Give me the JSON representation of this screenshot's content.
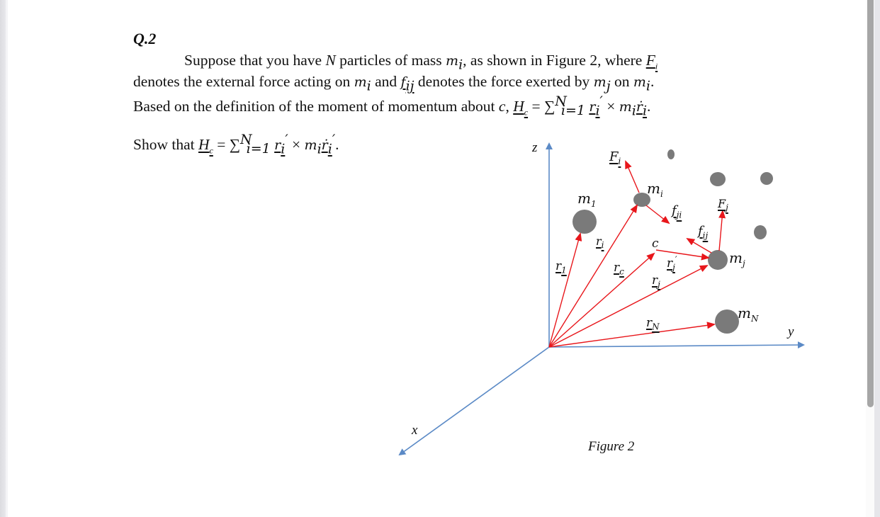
{
  "document": {
    "question_label": "Q.2",
    "paragraph": {
      "line1_a": "Suppose that you have ",
      "line1_N": "N",
      "line1_b": " particles of mass ",
      "line1_mi": "m",
      "line1_mi_sub": "i",
      "line1_c": ", as shown in Figure 2, where ",
      "line1_F": "F",
      "line1_F_sub": "i",
      "line2_a": "denotes the external force acting on ",
      "line2_mi": "m",
      "line2_mi_sub": "i",
      "line2_b": " and ",
      "line2_f": "f",
      "line2_f_sub": "ij",
      "line2_c": " denotes the force exerted by ",
      "line2_mj": "m",
      "line2_mj_sub": "j",
      "line2_d": " on ",
      "line2_mi2": "m",
      "line2_mi2_sub": "i",
      "line2_e": ".",
      "line3_a": "Based on the definition of the moment of momentum about ",
      "line3_c": "c",
      "line3_b": ", ",
      "line3_H": "H",
      "line3_H_sub": "c",
      "line3_eq": " = ∑",
      "line3_sum_sup": "N",
      "line3_sum_sub": "i=1",
      "line3_r": "r",
      "line3_r_sub": "i",
      "line3_r_prime": "′",
      "line3_times": " × ",
      "line3_m": "m",
      "line3_m_sub": "i",
      "line3_rdot": "ṙ",
      "line3_rdot_sub": "i",
      "line3_end": "."
    },
    "show_that": {
      "prefix": "Show that ",
      "H": "H",
      "H_sub": "c",
      "eq": " = ∑",
      "sum_sup": "N",
      "sum_sub": "i=1",
      "r": "r",
      "r_sub": "i",
      "r_prime": "′",
      "times": " × ",
      "m": "m",
      "m_sub": "i",
      "rdot": "ṙ",
      "rdot_sub": "i",
      "rdot_prime": "′",
      "end": "."
    },
    "figure": {
      "caption": "Figure 2",
      "axes": {
        "z": "z",
        "y": "y",
        "x": "x"
      },
      "labels": {
        "F_i": "F",
        "F_i_sub": "i",
        "m_i": "m",
        "m_i_sub": "i",
        "m_1": "m",
        "m_1_sub": "1",
        "f_ji": "f",
        "f_ji_sub": "ji",
        "F_j": "F",
        "F_j_sub": "j",
        "f_ij": "f",
        "f_ij_sub": "ij",
        "r_i": "r",
        "r_i_sub": "i",
        "c": "c",
        "r_1": "r",
        "r_1_sub": "1",
        "r_c": "r",
        "r_c_sub": "c",
        "r_j_prime": "r",
        "r_j_prime_sub": "j",
        "r_j_prime_mark": "′",
        "r_j": "r",
        "r_j_sub": "j",
        "m_j": "m",
        "m_j_sub": "j",
        "r_N": "r",
        "r_N_sub": "N",
        "m_N": "m",
        "m_N_sub": "N"
      },
      "colors": {
        "axis": "#5b8ac6",
        "vector": "#e8161b",
        "particle": "#7a7a7a"
      }
    }
  },
  "scrollbar": {
    "thumb_color": "#a6a6a6"
  }
}
